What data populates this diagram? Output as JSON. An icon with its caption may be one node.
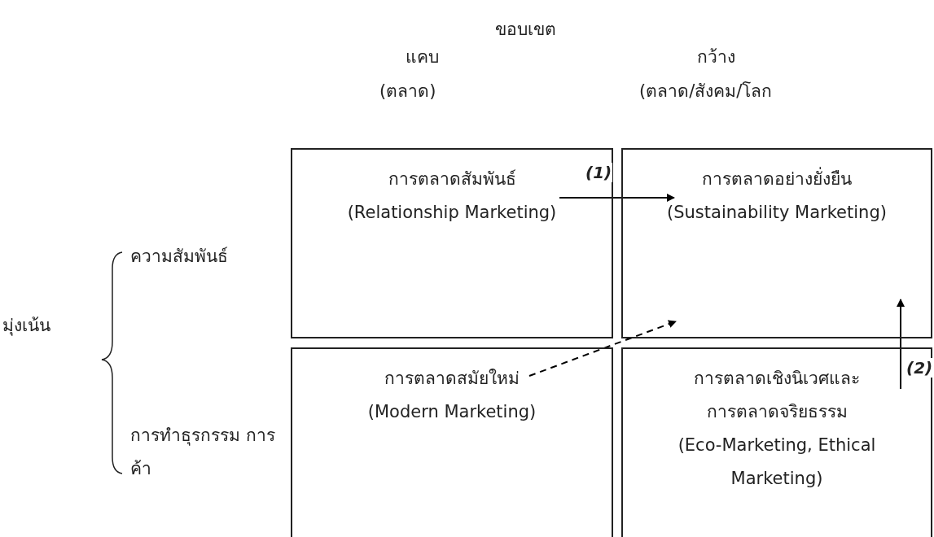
{
  "diagram": {
    "nodes": [
      {
        "text": [
          "การตลาดสัมพันธ์",
          "(Relationship Marketing)"
        ]
      },
      {
        "text": [
          "การตลาดอย่างยั่งยืน",
          "(Sustainability Marketing)"
        ]
      },
      {
        "text": [
          "การตลาดสมัยใหม่",
          "(Modern Marketing)"
        ]
      },
      {
        "text": [
          "การตลาดเชิงนิเวศและการตลาดจริยธรรม",
          "(Eco-Marketing, Ethical Marketing)"
        ]
      }
    ],
    "edges": [
      {
        "from": 0,
        "to": 1,
        "arrow": "to",
        "label": "(1)"
      },
      {
        "from": 2,
        "to": 1,
        "arrow": "to",
        "style": "dashed"
      },
      {
        "from": 3,
        "to": 1,
        "arrow": "to",
        "label": "(2)"
      }
    ],
    "labels": [
      "ขอบเขต",
      "แคบ",
      "(ตลาด)",
      "กว้าง",
      "(ตลาด/สังคม/โลก",
      "มุ่งเน้น",
      "ความสัมพันธ์",
      "การทำธุรกรรม การค้า"
    ]
  }
}
